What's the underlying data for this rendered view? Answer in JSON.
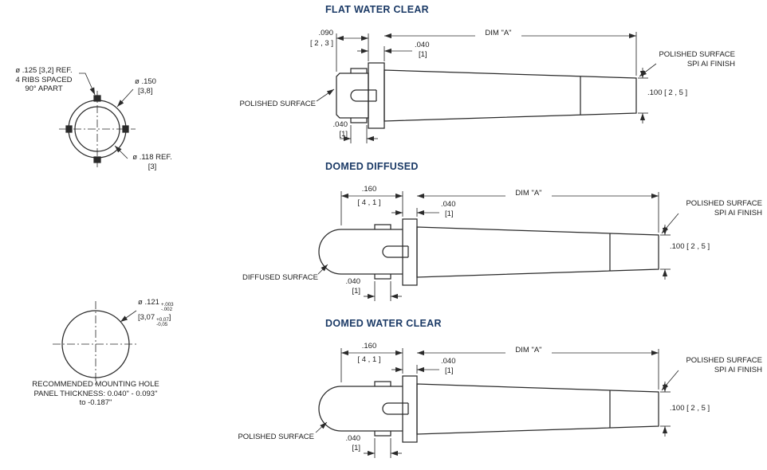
{
  "colors": {
    "title_navy": "#1b3a66",
    "ink": "#2a2a2a"
  },
  "front_view": {
    "ribs_note_l1": "ø .125 [3,2] REF.",
    "ribs_note_l2": "4 RIBS SPACED",
    "ribs_note_l3": "90° APART",
    "outer_dia_l1": "ø .150",
    "outer_dia_l2": "[3,8]",
    "inner_dia_l1": "ø .118 REF.",
    "inner_dia_l2": "[3]"
  },
  "mounting_hole": {
    "dia_in": "ø .121",
    "dia_in_tol_plus": "+.003",
    "dia_in_tol_minus": "-.002",
    "dia_mm_open": "[3,07",
    "dia_mm_tol_plus": "+0,07",
    "dia_mm_tol_minus": "-0,05",
    "dia_mm_close": "]",
    "note_l1": "RECOMMENDED MOUNTING HOLE",
    "note_l2": "PANEL THICKNESS: 0.040\" - 0.093\"",
    "note_l3": "to -0.187\""
  },
  "diagrams": [
    {
      "title": "FLAT WATER CLEAR",
      "head_len": ".090",
      "head_len_mm": "[ 2 , 3 ]",
      "flange_thk": ".040",
      "flange_thk_mm": "[1]",
      "dim_a": "DIM \"A\"",
      "finish_note_l1": "POLISHED SURFACE",
      "finish_note_l2": "SPI AI FINISH",
      "end_dia": ".100 [ 2 , 5 ]",
      "surface_label": "POLISHED SURFACE",
      "rib_w": ".040",
      "rib_w_mm": "[1]"
    },
    {
      "title": "DOMED DIFFUSED",
      "head_len": ".160",
      "head_len_mm": "[ 4 , 1 ]",
      "flange_thk": ".040",
      "flange_thk_mm": "[1]",
      "dim_a": "DIM \"A\"",
      "finish_note_l1": "POLISHED SURFACE",
      "finish_note_l2": "SPI AI FINISH",
      "end_dia": ".100 [ 2 , 5 ]",
      "surface_label": "DIFFUSED SURFACE",
      "rib_w": ".040",
      "rib_w_mm": "[1]"
    },
    {
      "title": "DOMED WATER CLEAR",
      "head_len": ".160",
      "head_len_mm": "[ 4 , 1 ]",
      "flange_thk": ".040",
      "flange_thk_mm": "[1]",
      "dim_a": "DIM \"A\"",
      "finish_note_l1": "POLISHED SURFACE",
      "finish_note_l2": "SPI AI FINISH",
      "end_dia": ".100 [ 2 , 5 ]",
      "surface_label": "POLISHED SURFACE",
      "rib_w": ".040",
      "rib_w_mm": "[1]"
    }
  ]
}
